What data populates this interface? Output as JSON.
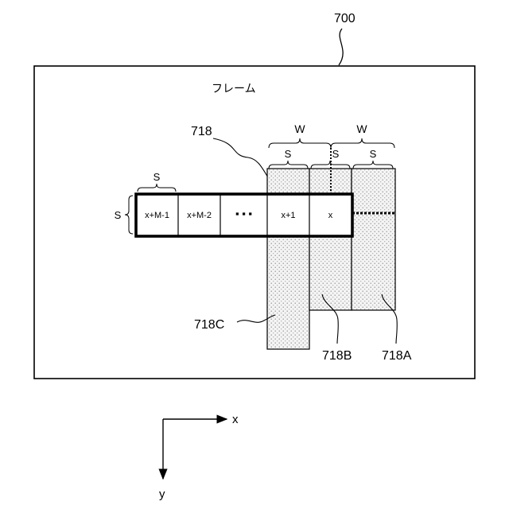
{
  "figure_ref": "700",
  "frame_label": "フレーム",
  "band_ref": "718",
  "width_labels": [
    "W",
    "W"
  ],
  "size_labels": {
    "top_left": "S",
    "side": "S",
    "col1": "S",
    "col2": "S",
    "col3": "S"
  },
  "cells": [
    "x+M-1",
    "x+M-2",
    "▪ ▪ ▪",
    "x+1",
    "x"
  ],
  "column_refs": {
    "c": "718C",
    "b": "718B",
    "a": "718A"
  },
  "axes": {
    "x": "x",
    "y": "y"
  }
}
